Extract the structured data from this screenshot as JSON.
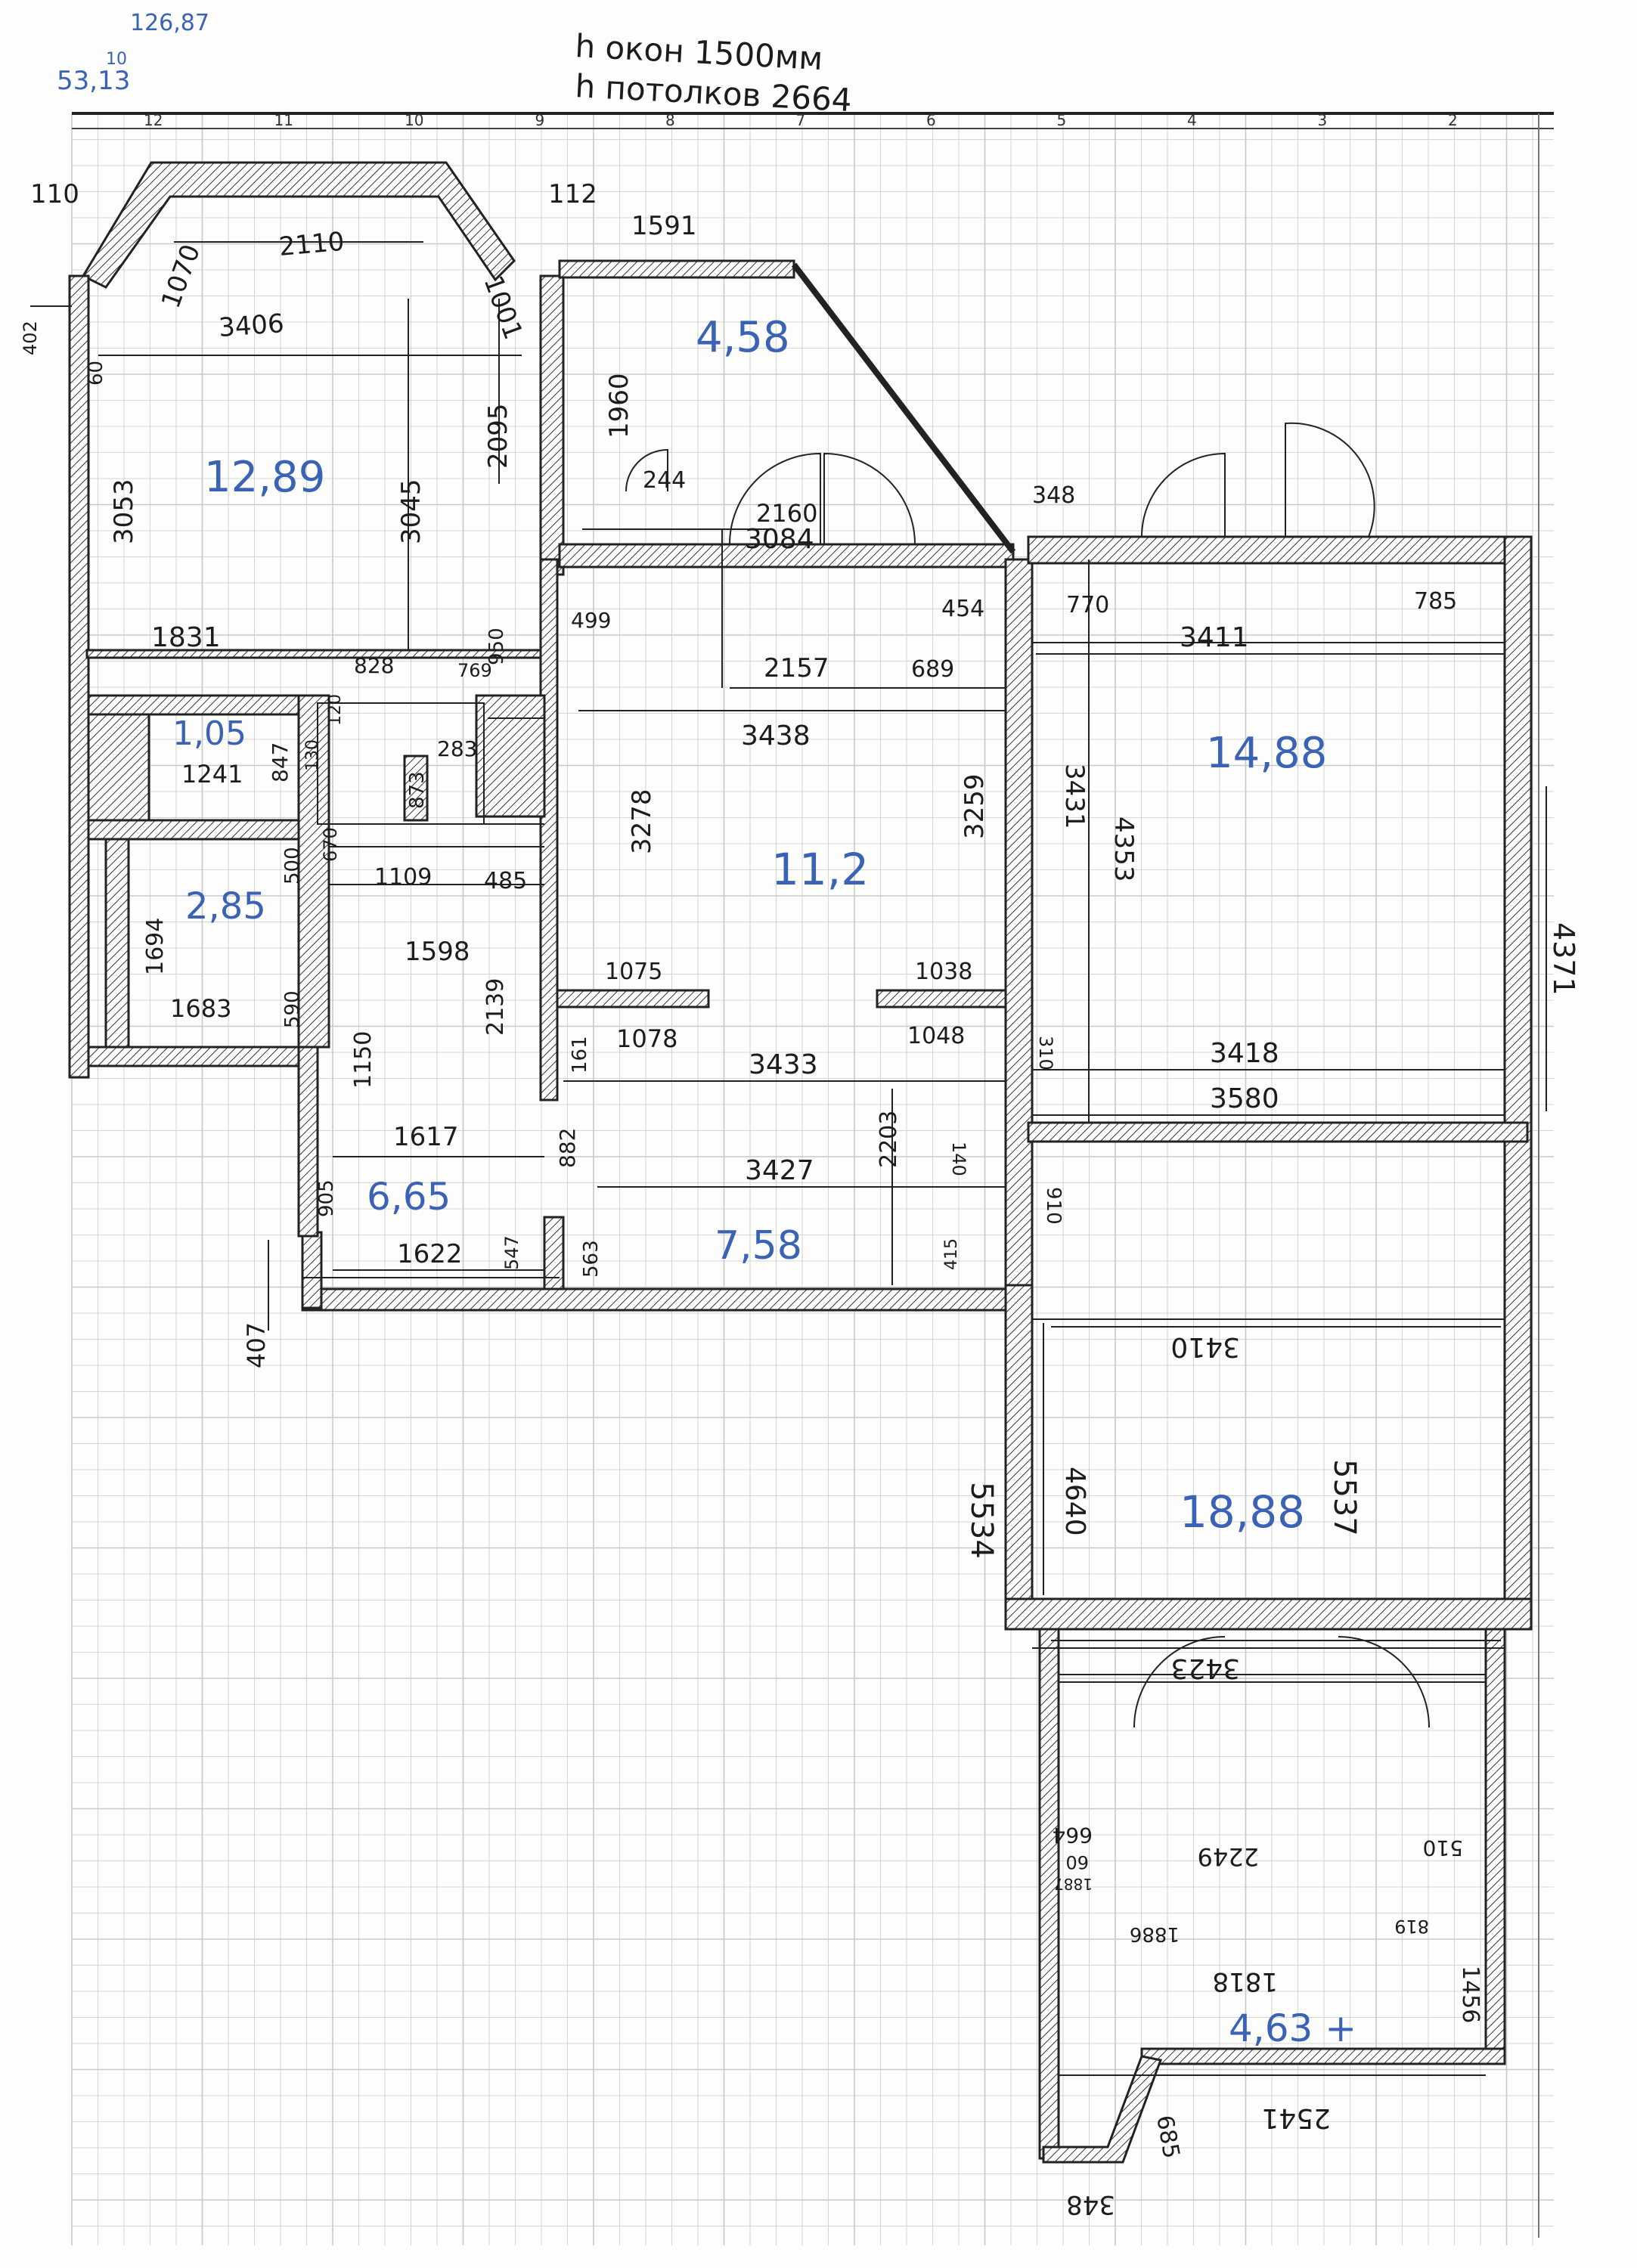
{
  "header": {
    "note_line1": "h окон 1500мм",
    "note_line2": "h потолков 2664",
    "corner_top": "126,87",
    "corner_left": "53,13",
    "corner_sup": "10"
  },
  "ruler_numbers": [
    "12",
    "11",
    "10",
    "9",
    "8",
    "7",
    "6",
    "5",
    "4",
    "3",
    "2"
  ],
  "rooms": {
    "r1": "12,89",
    "r2": "4,58",
    "r3": "1,05",
    "r4": "2,85",
    "r5": "11,2",
    "r6": "14,88",
    "r7": "6,65",
    "r8": "7,58",
    "r9": "18,88",
    "r10": "4,63 +"
  },
  "dims": {
    "d110": "110",
    "d112": "112",
    "d1591": "1591",
    "d2110": "2110",
    "d1070": "1070",
    "d1001": "1001",
    "d3406": "3406",
    "d402": "402",
    "d60": "60",
    "d3053": "3053",
    "d3045": "3045",
    "d2095": "2095",
    "d1960": "1960",
    "d244": "244",
    "d2160": "2160",
    "d3084": "3084",
    "d348a": "348",
    "d499": "499",
    "d454": "454",
    "d770": "770",
    "d785": "785",
    "d1831": "1831",
    "d950": "950",
    "d828": "828",
    "d769": "769",
    "d2157": "2157",
    "d689": "689",
    "d3411": "3411",
    "d120": "120",
    "d3438": "3438",
    "d1241": "1241",
    "d847": "847",
    "d130": "130",
    "d283": "283",
    "d873": "873",
    "d3278": "3278",
    "d3259": "3259",
    "d3431": "3431",
    "d4353": "4353",
    "d670": "670",
    "d500": "500",
    "d1109": "1109",
    "d485": "485",
    "d1694": "1694",
    "d1598": "1598",
    "d590": "590",
    "d1683": "1683",
    "d2139": "2139",
    "d1075": "1075",
    "d1038": "1038",
    "d4371": "4371",
    "d1078": "1078",
    "d1048": "1048",
    "d1150": "1150",
    "d161": "161",
    "d3433": "3433",
    "d310": "310",
    "d3418": "3418",
    "d3580": "3580",
    "d1617": "1617",
    "d882": "882",
    "d3427": "3427",
    "d2203": "2203",
    "d140": "140",
    "d905": "905",
    "d910": "910",
    "d1622": "1622",
    "d547": "547",
    "d563": "563",
    "d415": "415",
    "d407": "407",
    "d3410": "3410",
    "d5534": "5534",
    "d4640": "4640",
    "d5537": "5537",
    "d3423": "3423",
    "d664": "664",
    "d2249": "2249",
    "d510": "510",
    "d1887": "1887",
    "d60b": "60",
    "d1886": "1886",
    "d1818": "1818",
    "d819": "819",
    "d1456": "1456",
    "d2541": "2541",
    "d685": "685",
    "d348b": "348"
  },
  "colors": {
    "grid": "#c9c9c9",
    "wall": "#222222",
    "ink": "#1c1c1c",
    "area": "#3a63b5"
  }
}
